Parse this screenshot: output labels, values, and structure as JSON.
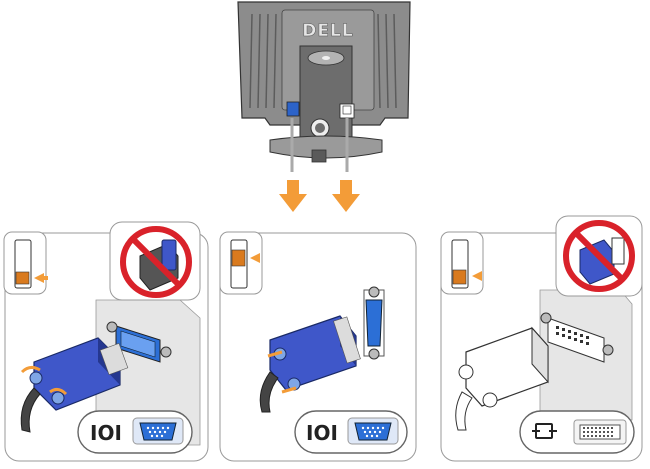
{
  "monitor": {
    "brand": "DELL"
  },
  "panels": [
    {
      "id": "vga-left",
      "port_label": "IOI",
      "port_type": "vga",
      "prohibited_shown": true
    },
    {
      "id": "vga-mid",
      "port_label": "IOI",
      "port_type": "vga",
      "prohibited_shown": false
    },
    {
      "id": "dvi-right",
      "port_label": "",
      "port_type": "dvi",
      "prohibited_shown": true
    }
  ],
  "colors": {
    "arrow": "#f39c38",
    "prohibit_red": "#d9222a",
    "vga_blue": "#3f57c9",
    "port_blue": "#2c6fd6",
    "monitor_gray": "#8f8f8f"
  },
  "icons": [
    "digital-port-icon",
    "vga-port-icon",
    "dvi-port-icon",
    "prohibited-icon",
    "arrow-down-icon"
  ]
}
